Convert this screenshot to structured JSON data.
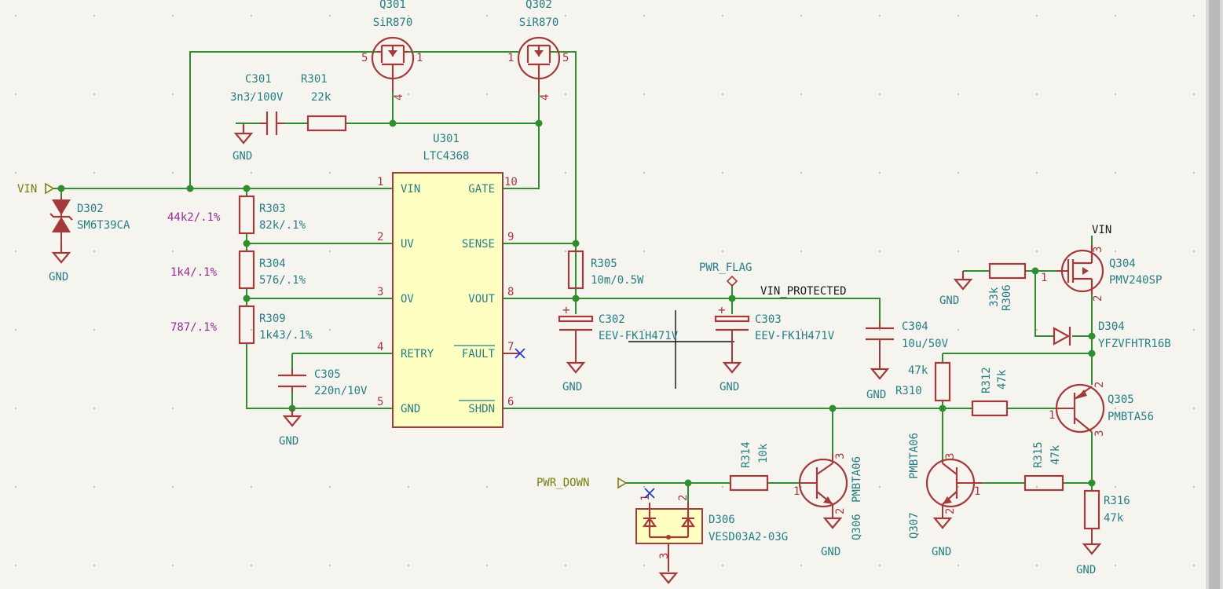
{
  "U301": {
    "ref": "U301",
    "value": "LTC4368",
    "pins": [
      {
        "num": "1",
        "name": "VIN"
      },
      {
        "num": "2",
        "name": "UV"
      },
      {
        "num": "3",
        "name": "OV"
      },
      {
        "num": "4",
        "name": "RETRY"
      },
      {
        "num": "5",
        "name": "GND"
      },
      {
        "num": "10",
        "name": "GATE"
      },
      {
        "num": "9",
        "name": "SENSE"
      },
      {
        "num": "8",
        "name": "VOUT"
      },
      {
        "num": "7",
        "name": "FAULT"
      },
      {
        "num": "6",
        "name": "SHDN"
      }
    ]
  },
  "Q301": {
    "ref": "Q301",
    "value": "SiR870",
    "pins": [
      "5",
      "1",
      "4"
    ]
  },
  "Q302": {
    "ref": "Q302",
    "value": "SiR870",
    "pins": [
      "1",
      "5",
      "4"
    ]
  },
  "C301": {
    "ref": "C301",
    "value": "3n3/100V"
  },
  "R301": {
    "ref": "R301",
    "value": "22k"
  },
  "D302": {
    "ref": "D302",
    "value": "SM6T39CA"
  },
  "R303": {
    "ref": "R303",
    "value": "82k/.1%",
    "alt": "44k2/.1%"
  },
  "R304": {
    "ref": "R304",
    "value": "576/.1%",
    "alt": "1k4/.1%"
  },
  "R309": {
    "ref": "R309",
    "value": "1k43/.1%",
    "alt": "787/.1%"
  },
  "C305": {
    "ref": "C305",
    "value": "220n/10V"
  },
  "R305": {
    "ref": "R305",
    "value": "10m/0.5W"
  },
  "C302": {
    "ref": "C302",
    "value": "EEV-FK1H471V"
  },
  "C303": {
    "ref": "C303",
    "value": "EEV-FK1H471V"
  },
  "C304": {
    "ref": "C304",
    "value": "10u/50V"
  },
  "Q304": {
    "ref": "Q304",
    "value": "PMV240SP",
    "pins": [
      "1",
      "2",
      "3"
    ]
  },
  "R306": {
    "ref": "R306",
    "value": "33k"
  },
  "D304": {
    "ref": "D304",
    "value": "YFZVFHTR16B"
  },
  "R310": {
    "ref": "R310",
    "value": "47k"
  },
  "R312": {
    "ref": "R312",
    "value": "47k"
  },
  "Q305": {
    "ref": "Q305",
    "value": "PMBTA56",
    "pins": [
      "2",
      "1",
      "3"
    ]
  },
  "R314": {
    "ref": "R314",
    "value": "10k"
  },
  "Q306": {
    "ref": "Q306",
    "value": "PMBTA06",
    "pins": [
      "1",
      "3",
      "2"
    ]
  },
  "Q307": {
    "ref": "Q307",
    "value": "PMBTA06",
    "pins": [
      "3",
      "1",
      "2"
    ]
  },
  "R315": {
    "ref": "R315",
    "value": "47k"
  },
  "R316": {
    "ref": "R316",
    "value": "47k"
  },
  "D306": {
    "ref": "D306",
    "value": "VESD03A2-03G",
    "pins": [
      "1",
      "2",
      "3"
    ]
  },
  "nets": {
    "vin": "VIN",
    "vin_protected": "VIN_PROTECTED",
    "pwr_flag": "PWR_FLAG",
    "pwr_down": "PWR_DOWN",
    "vin_label": "VIN"
  },
  "gnd": "GND"
}
